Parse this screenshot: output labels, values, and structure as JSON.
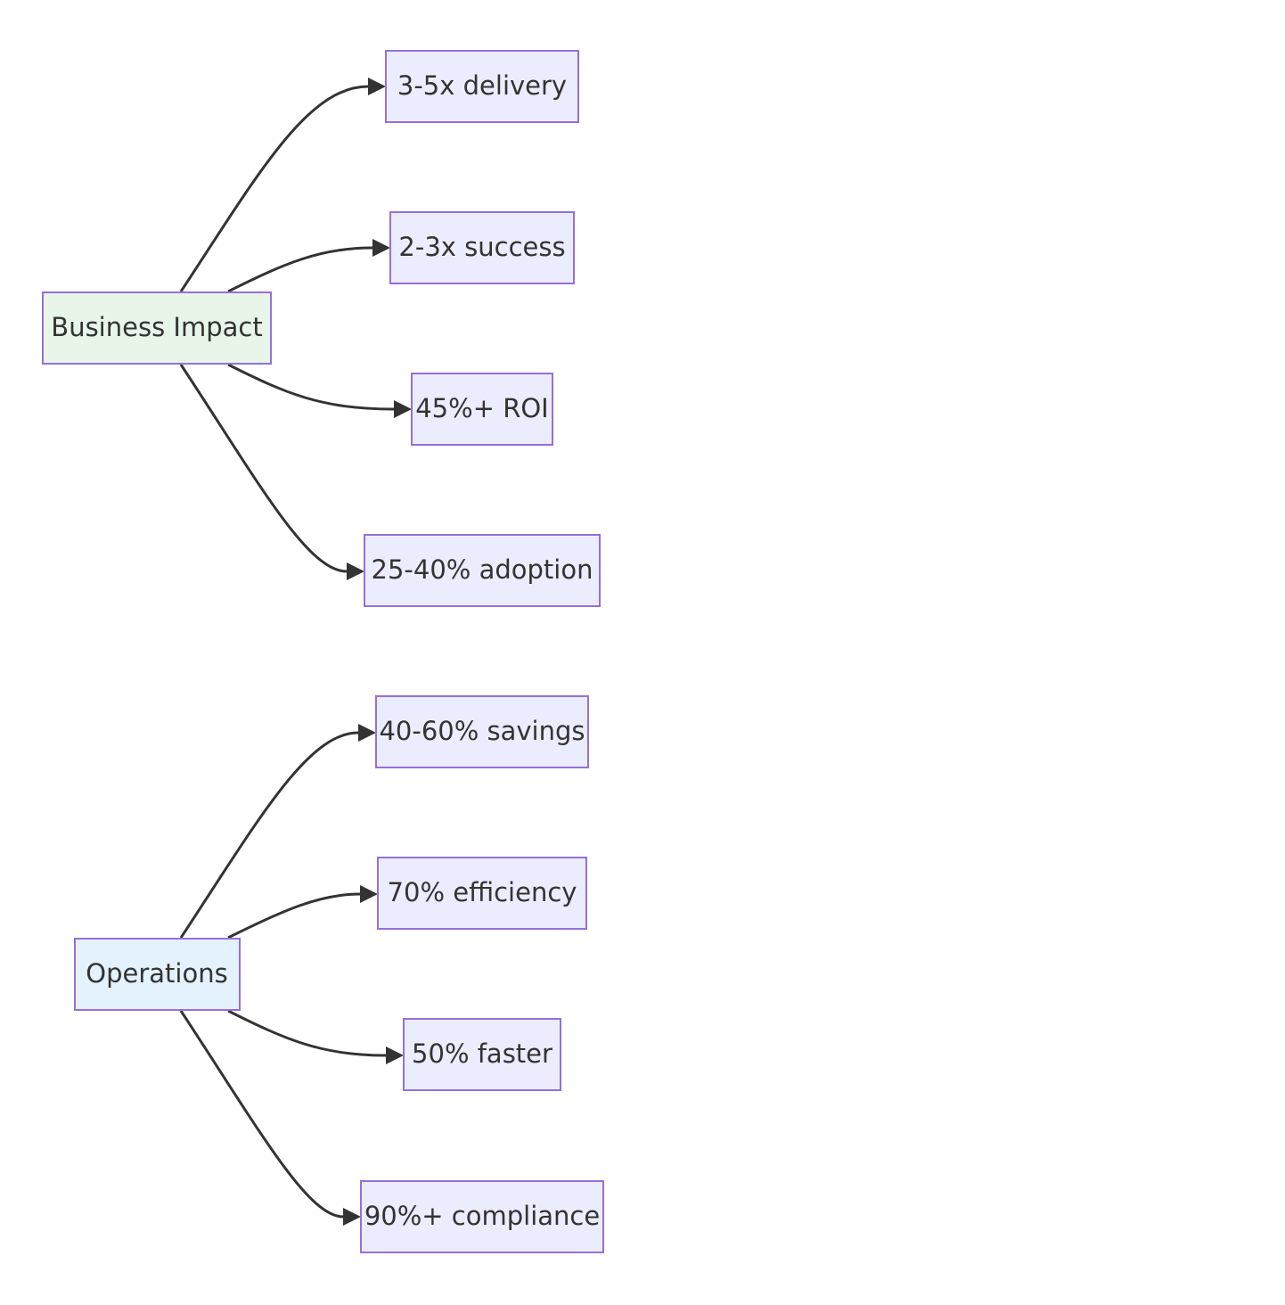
{
  "diagram": {
    "type": "flowchart",
    "direction": "left-to-right",
    "groups": [
      {
        "root": {
          "label": "Business Impact",
          "fill": "#e8f5e9",
          "stroke": "#9370db"
        },
        "children": [
          {
            "label": "3-5x delivery"
          },
          {
            "label": "2-3x success"
          },
          {
            "label": "45%+ ROI"
          },
          {
            "label": "25-40% adoption"
          }
        ]
      },
      {
        "root": {
          "label": "Operations",
          "fill": "#e3f2fd",
          "stroke": "#9370db"
        },
        "children": [
          {
            "label": "40-60% savings"
          },
          {
            "label": "70% efficiency"
          },
          {
            "label": "50% faster"
          },
          {
            "label": "90%+ compliance"
          }
        ]
      }
    ],
    "styles": {
      "child_fill": "#ececff",
      "child_stroke": "#9370db",
      "edge_color": "#333333",
      "text_color": "#333333"
    }
  }
}
